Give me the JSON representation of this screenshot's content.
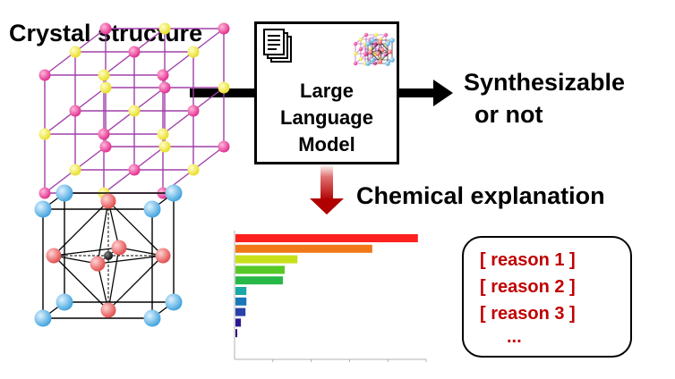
{
  "labels": {
    "crystal_structure": "Crystal structure",
    "synth_line1": "Synthesizable",
    "synth_line2": "or not",
    "chemical_explanation": "Chemical explanation"
  },
  "llm": {
    "line1": "Large",
    "line2": "Language",
    "line3": "Model"
  },
  "reasons": [
    "[ reason 1 ]",
    "[ reason 2 ]",
    "[ reason 3 ]",
    "..."
  ],
  "icons": [
    "document-stack-icon",
    "lattice-pink-icon",
    "lattice-blue-icon"
  ],
  "colors": {
    "pink_atom": "#ee3c96",
    "yellow_atom": "#f2ee3c",
    "lattice_line": "#a040a8",
    "blue_atom": "#5eb6e6",
    "red_atom": "#f06a6a",
    "arrow_red": "#b00000",
    "reason_text": "#c00000"
  },
  "chart_data": {
    "type": "bar",
    "orientation": "horizontal",
    "values": [
      1.0,
      0.75,
      0.34,
      0.27,
      0.26,
      0.06,
      0.06,
      0.055,
      0.03,
      0.01
    ],
    "bar_colors": [
      "#ff2020",
      "#f07818",
      "#c8e01a",
      "#58c828",
      "#28b848",
      "#1aa8a8",
      "#1878b8",
      "#2840a8",
      "#281890",
      "#380070"
    ],
    "xlim": [
      0,
      1.05
    ]
  }
}
